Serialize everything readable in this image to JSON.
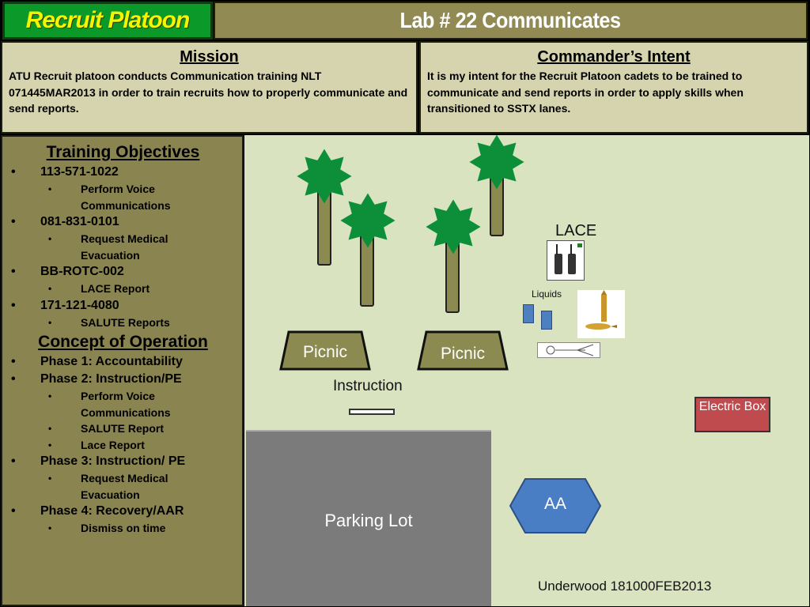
{
  "header": {
    "left_title": "Recruit Platoon",
    "right_title": "Lab # 22 Communicates"
  },
  "mission": {
    "heading": "Mission",
    "text": "ATU Recruit platoon conducts Communication training NLT 071445MAR2013 in order to train recruits how to properly communicate and send reports."
  },
  "intent": {
    "heading": "Commander’s Intent",
    "text": "It is my intent for the Recruit Platoon cadets to be trained to communicate and send reports in order to apply skills when transitioned to SSTX lanes."
  },
  "objectives": {
    "heading": "Training Objectives",
    "items": [
      {
        "label": "113-571-1022",
        "subs": [
          "Perform Voice Communications"
        ]
      },
      {
        "label": "081-831-0101",
        "subs": [
          "Request Medical Evacuation"
        ]
      },
      {
        "label": "BB-ROTC-002",
        "subs": [
          "LACE Report"
        ]
      },
      {
        "label": "171-121-4080",
        "subs": [
          "SALUTE Reports"
        ]
      }
    ]
  },
  "concept": {
    "heading": "Concept of Operation",
    "items": [
      {
        "label": "Phase 1: Accountability",
        "subs": []
      },
      {
        "label": "Phase 2: Instruction/PE",
        "subs": [
          "Perform Voice Communications",
          "SALUTE Report",
          "Lace Report"
        ]
      },
      {
        "label": "Phase 3: Instruction/ PE",
        "subs": [
          "Request Medical Evacuation"
        ]
      },
      {
        "label": "Phase 4: Recovery/AAR",
        "subs": [
          "Dismiss on time"
        ]
      }
    ]
  },
  "map": {
    "picnic_1": "Picnic",
    "picnic_2": "Picnic",
    "instruction": "Instruction",
    "lace": "LACE",
    "liquids": "Liquids",
    "electric_box": "Electric Box",
    "parking_lot": "Parking Lot",
    "aa": "AA",
    "footer": "Underwood 181000FEB2013"
  },
  "colors": {
    "title_green": "#0b9a2a",
    "title_yellow": "#f5f500",
    "header_olive": "#918a52",
    "panel_olive": "#8a8450",
    "info_tan": "#d6d4ae",
    "map_bg": "#d9e3c0",
    "tree_green": "#0d8f3a",
    "aa_blue": "#4a7ec4",
    "electric_red": "#c04b4f",
    "lot_gray": "#7b7b7b"
  }
}
